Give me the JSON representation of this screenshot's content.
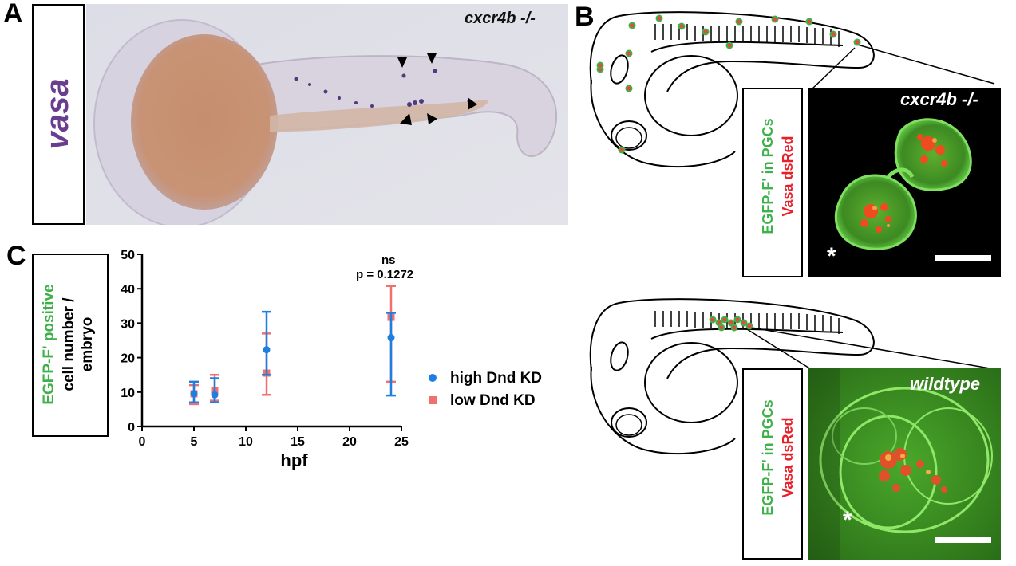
{
  "panels": {
    "a": {
      "letter": "A",
      "stain_label": "vasa",
      "genotype": "cxcr4b -/-"
    },
    "b": {
      "letter": "B",
      "top": {
        "label_green": "EGFP-F' in PGCs",
        "label_red": "Vasa dsRed",
        "genotype": "cxcr4b -/-",
        "asterisk": "*"
      },
      "bottom": {
        "label_green": "EGFP-F' in PGCs",
        "label_red": "Vasa dsRed",
        "genotype": "wildtype",
        "asterisk": "*"
      }
    },
    "c": {
      "letter": "C",
      "ylabel_green": "EGFP-F' positive",
      "ylabel_black_1": "cell number /",
      "ylabel_black_2": "embryo",
      "annotation_ns": "ns",
      "annotation_p": "p = 0.1272"
    }
  },
  "colors": {
    "high": "#1f7fe0",
    "low": "#f07070",
    "green_text": "#3fb14a",
    "red_text": "#e8202a",
    "stain_purple": "#6b3d8f"
  },
  "chart_data": {
    "type": "scatter",
    "xlabel": "hpf",
    "ylabel": "EGFP-F' positive cell number / embryo",
    "xlim": [
      0,
      25
    ],
    "ylim": [
      0,
      50
    ],
    "xticks": [
      "0",
      "5",
      "10",
      "15",
      "20",
      "25"
    ],
    "yticks": [
      "0",
      "10",
      "20",
      "30",
      "40",
      "50"
    ],
    "legend_position": "right",
    "series": [
      {
        "name": "high Dnd KD",
        "marker": "circle",
        "color": "#1f7fe0",
        "points": [
          {
            "x": 5,
            "y": 9.5,
            "err_low": 7,
            "err_high": 13
          },
          {
            "x": 7,
            "y": 9.2,
            "err_low": 7,
            "err_high": 14
          },
          {
            "x": 12,
            "y": 22.3,
            "err_low": 15,
            "err_high": 33.3
          },
          {
            "x": 24,
            "y": 25.8,
            "err_low": 9,
            "err_high": 33
          }
        ]
      },
      {
        "name": "low Dnd KD",
        "marker": "square",
        "color": "#f07070",
        "points": [
          {
            "x": 5,
            "y": 9.5,
            "err_low": 6.5,
            "err_high": 12
          },
          {
            "x": 7,
            "y": 10.5,
            "err_low": 7.5,
            "err_high": 15
          },
          {
            "x": 12,
            "y": 15.5,
            "err_low": 9.2,
            "err_high": 27
          },
          {
            "x": 24,
            "y": 31.7,
            "err_low": 13,
            "err_high": 40.8
          }
        ]
      }
    ]
  }
}
